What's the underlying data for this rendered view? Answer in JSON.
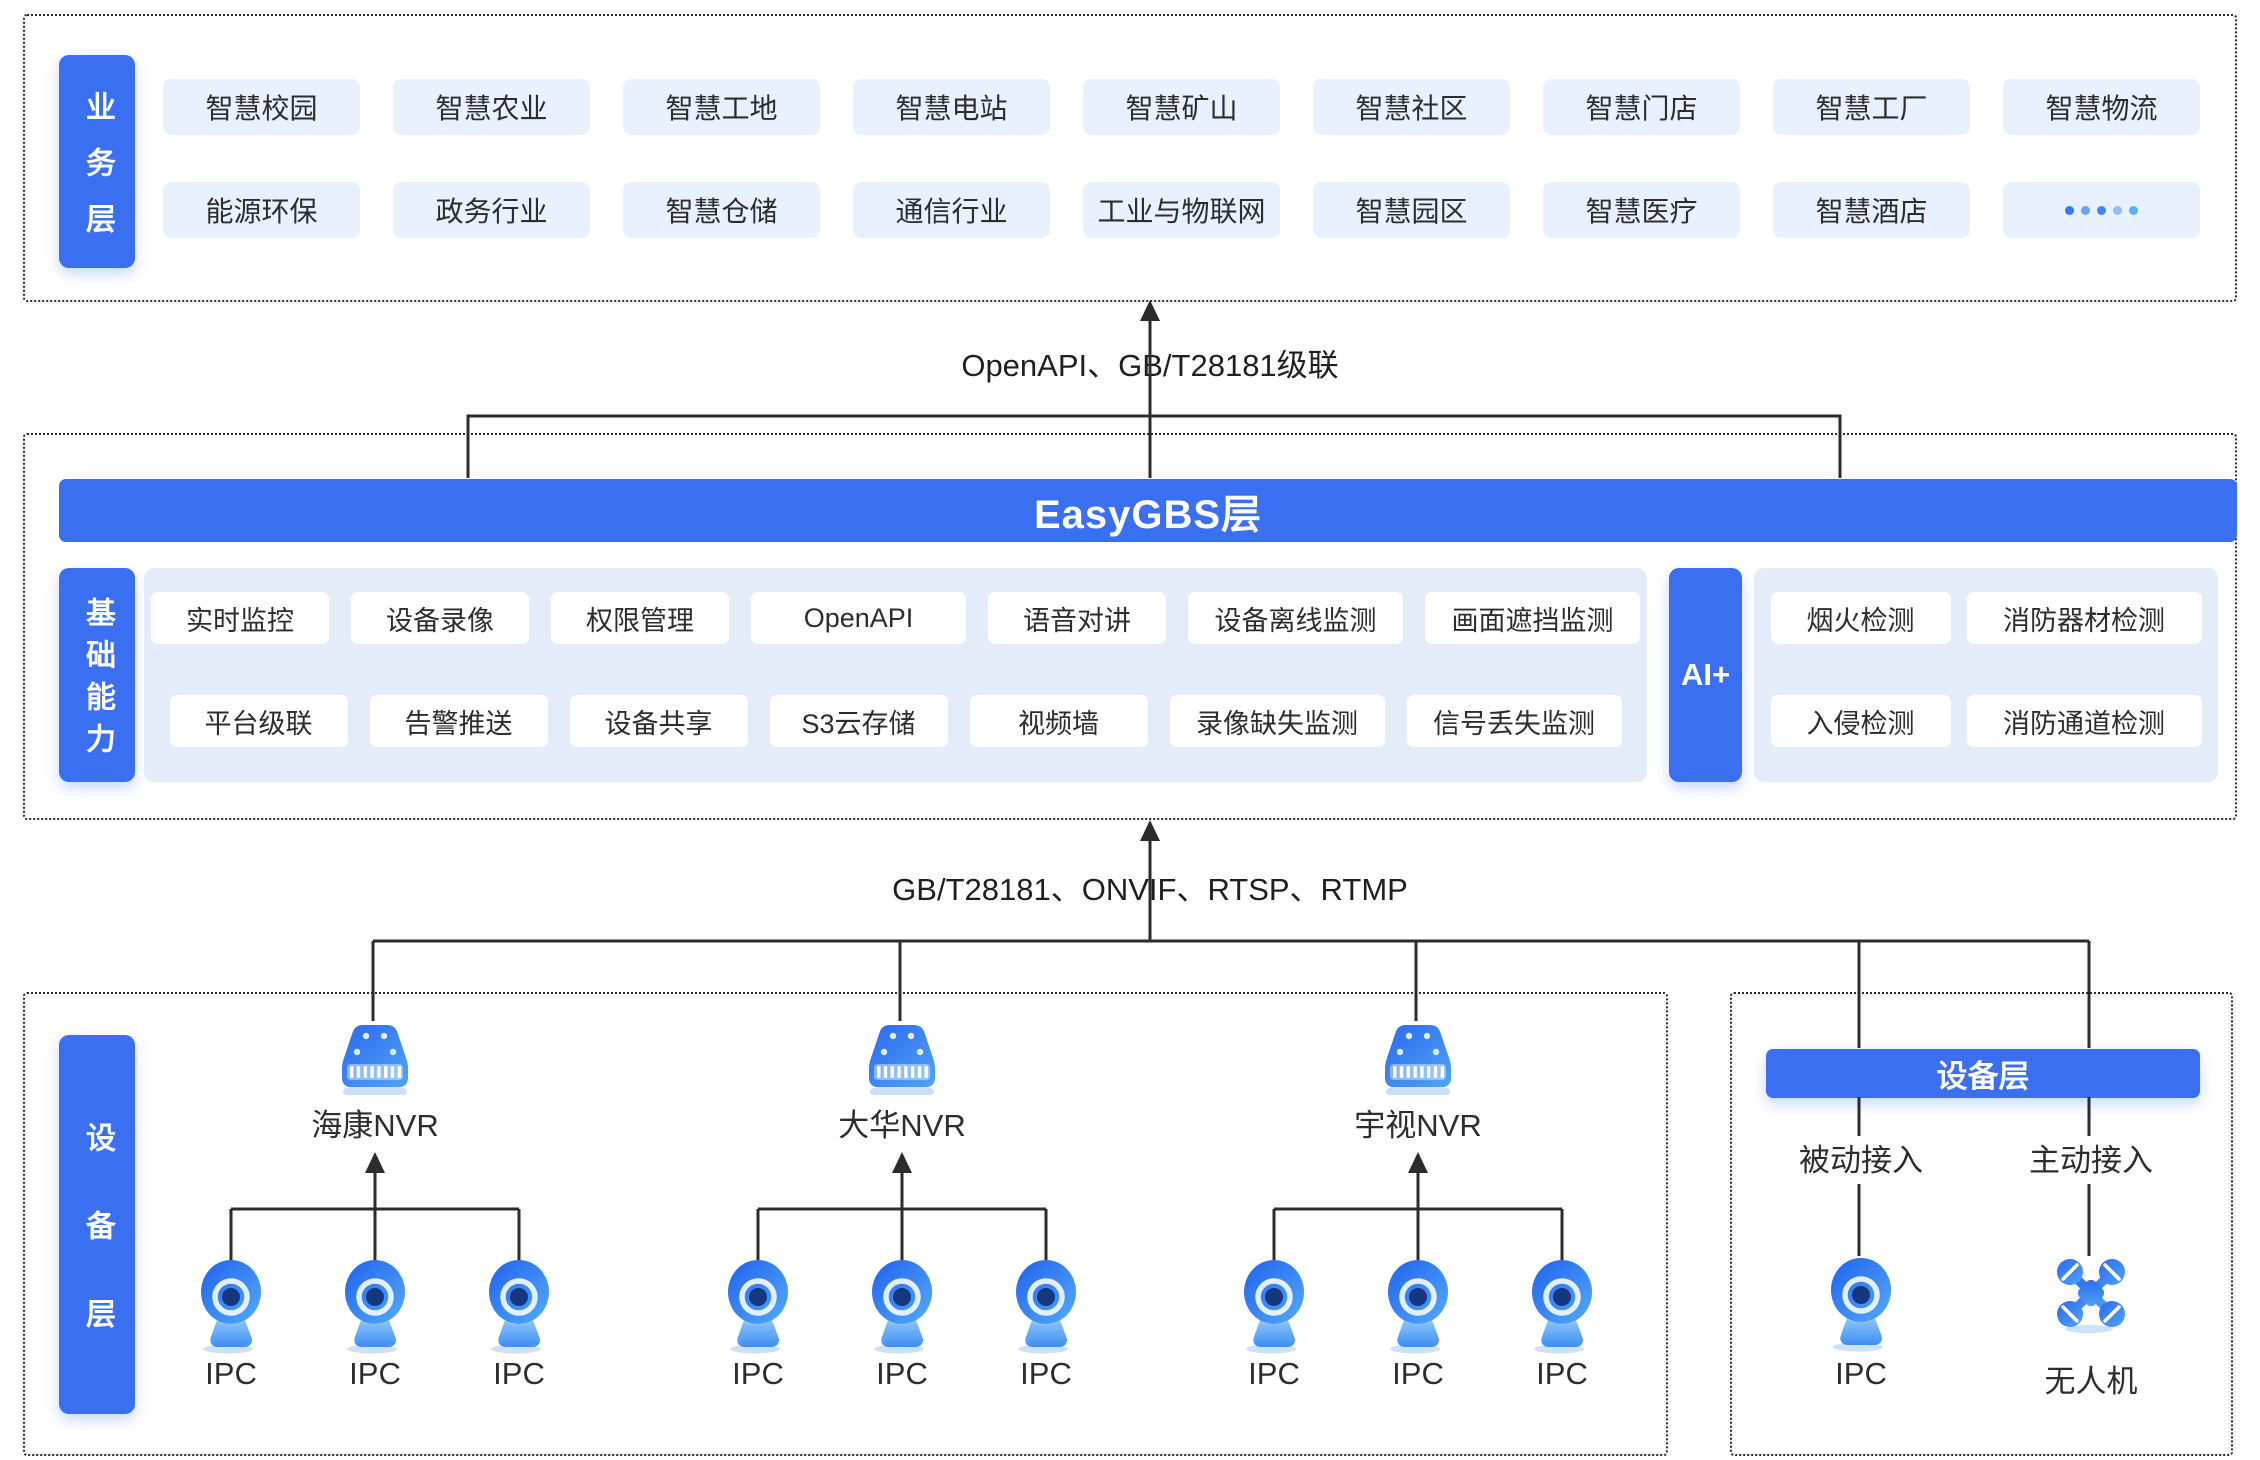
{
  "colors": {
    "primary": "#3A6FF2",
    "panel_tint": "#E4EBF9",
    "chip_tint": "#E9F1FE",
    "line": "#2c2c2c",
    "text": "#2d2d2d",
    "more_dots": [
      "#2F7DF6",
      "#69A5F8",
      "#3B86F7",
      "#8FBDFA",
      "#55B1F9"
    ]
  },
  "business": {
    "label": "业务层",
    "rows": [
      [
        "智慧校园",
        "智慧农业",
        "智慧工地",
        "智慧电站",
        "智慧矿山",
        "智慧社区",
        "智慧门店",
        "智慧工厂",
        "智慧物流"
      ],
      [
        "能源环保",
        "政务行业",
        "智慧仓储",
        "通信行业",
        "工业与物联网",
        "智慧园区",
        "智慧医疗",
        "智慧酒店",
        "•••••"
      ]
    ]
  },
  "connectors": {
    "top_label": "OpenAPI、GB/T28181级联",
    "bottom_label": "GB/T28181、ONVIF、RTSP、RTMP"
  },
  "easygbs": {
    "title": "EasyGBS层"
  },
  "capabilities": {
    "label": "基础能力",
    "rows": [
      [
        "实时监控",
        "设备录像",
        "权限管理",
        "OpenAPI",
        "语音对讲",
        "设备离线监测",
        "画面遮挡监测"
      ],
      [
        "平台级联",
        "告警推送",
        "设备共享",
        "S3云存储",
        "视频墙",
        "录像缺失监测",
        "信号丢失监测"
      ]
    ]
  },
  "ai": {
    "label": "AI+",
    "rows": [
      [
        "烟火检测",
        "消防器材检测"
      ],
      [
        "入侵检测",
        "消防通道检测"
      ]
    ]
  },
  "devices_left": {
    "label": "设备层",
    "groups": [
      {
        "nvr": "海康NVR",
        "cameras": [
          "IPC",
          "IPC",
          "IPC"
        ]
      },
      {
        "nvr": "大华NVR",
        "cameras": [
          "IPC",
          "IPC",
          "IPC"
        ]
      },
      {
        "nvr": "宇视NVR",
        "cameras": [
          "IPC",
          "IPC",
          "IPC"
        ]
      }
    ]
  },
  "devices_right": {
    "title": "设备层",
    "columns": [
      {
        "mode": "被动接入",
        "device": "IPC",
        "icon": "ipc-camera-icon"
      },
      {
        "mode": "主动接入",
        "device": "无人机",
        "icon": "drone-icon"
      }
    ]
  }
}
